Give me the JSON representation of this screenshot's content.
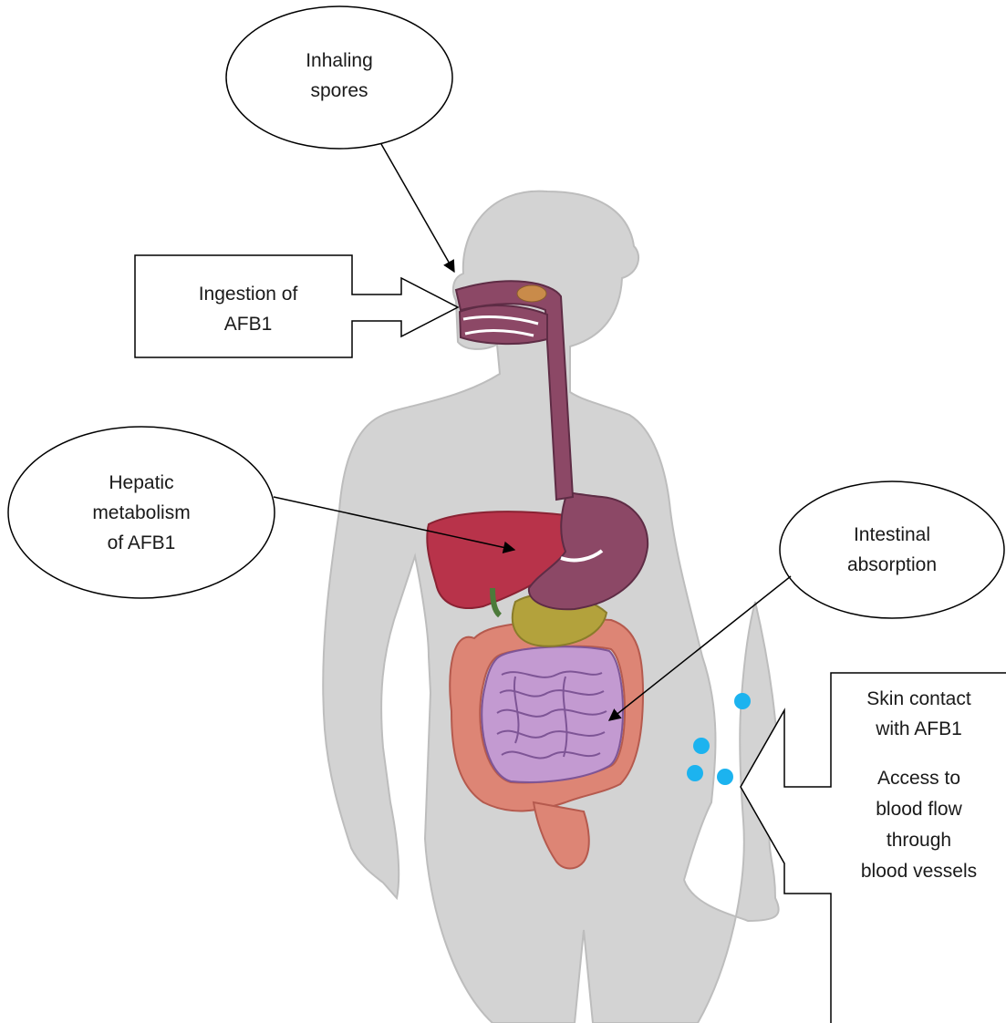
{
  "colors": {
    "body": "#d3d3d3",
    "body_outline": "#bdbdbd",
    "liver": "#b8334a",
    "stomach": "#8c4866",
    "esophagus": "#8c4866",
    "pancreas": "#b3a23c",
    "large_intestine": "#dd8575",
    "small_intestine": "#c39ad1",
    "skin_dots": "#1cb3ef",
    "callout_stroke": "#000000"
  },
  "labels": {
    "inhaling": {
      "lines": [
        "Inhaling",
        "spores"
      ]
    },
    "ingestion": {
      "lines": [
        "Ingestion of",
        "AFB1"
      ]
    },
    "hepatic": {
      "lines": [
        "Hepatic",
        "metabolism",
        "of AFB1"
      ]
    },
    "intestinal": {
      "lines": [
        "Intestinal",
        "absorption"
      ]
    },
    "skin": {
      "lines": [
        "Skin contact",
        "with AFB1"
      ]
    },
    "access": {
      "lines": [
        "Access to",
        "blood flow",
        "through",
        "blood vessels"
      ]
    }
  }
}
